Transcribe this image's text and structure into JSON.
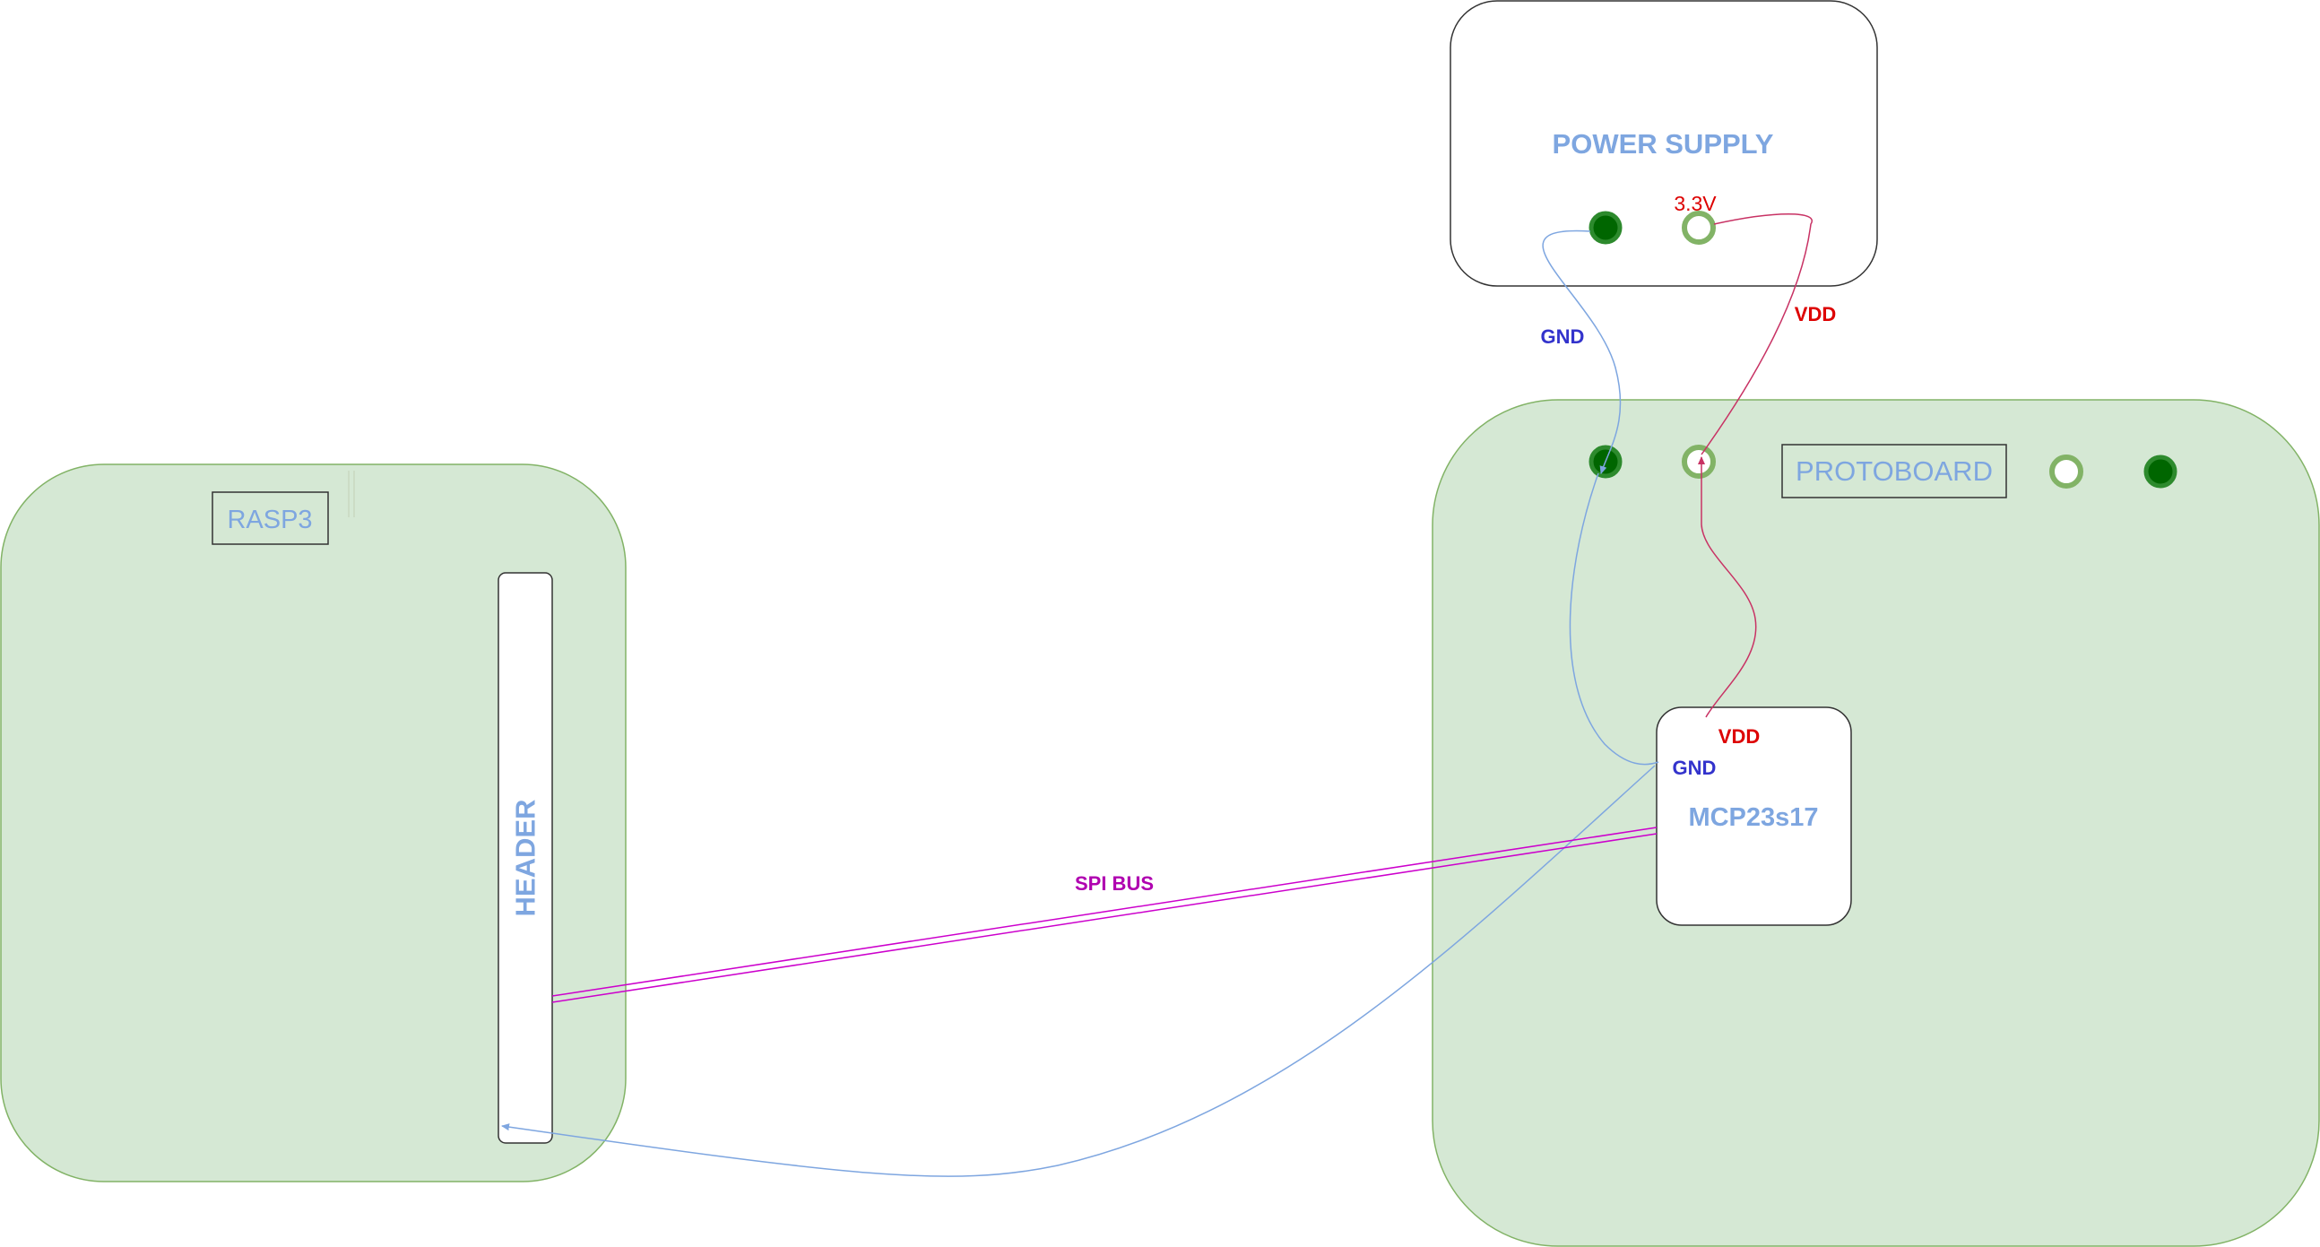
{
  "colors": {
    "board_fill": "#d5e8d4",
    "board_stroke": "#82b366",
    "label_blue": "#7ea6e0",
    "gnd_wire": "#7ea6e0",
    "gnd_text": "#3333cc",
    "vdd_wire": "#c83264",
    "vdd_text": "#dd0000",
    "spi_wire": "#cc00cc",
    "spi_text": "#b000b0",
    "terminal_dark_fill": "#006600",
    "terminal_dark_ring": "#2d8a2d",
    "terminal_light_ring": "#82b366"
  },
  "power_supply": {
    "title": "POWER SUPPLY",
    "terminal_label": "3.3V",
    "terminals": [
      "gnd-terminal-dark",
      "vdd-terminal-light"
    ]
  },
  "protoboard": {
    "title": "PROTOBOARD",
    "terminals": [
      "gnd-terminal-dark",
      "vdd-terminal-light",
      "vdd-terminal-light",
      "gnd-terminal-dark"
    ]
  },
  "rasp3": {
    "title": "RASP3",
    "header_label": "HEADER"
  },
  "chip": {
    "name": "MCP23s17",
    "vdd_pin": "VDD",
    "gnd_pin": "GND"
  },
  "wires": {
    "gnd_label": "GND",
    "vdd_label": "VDD",
    "spi_label": "SPI BUS"
  }
}
